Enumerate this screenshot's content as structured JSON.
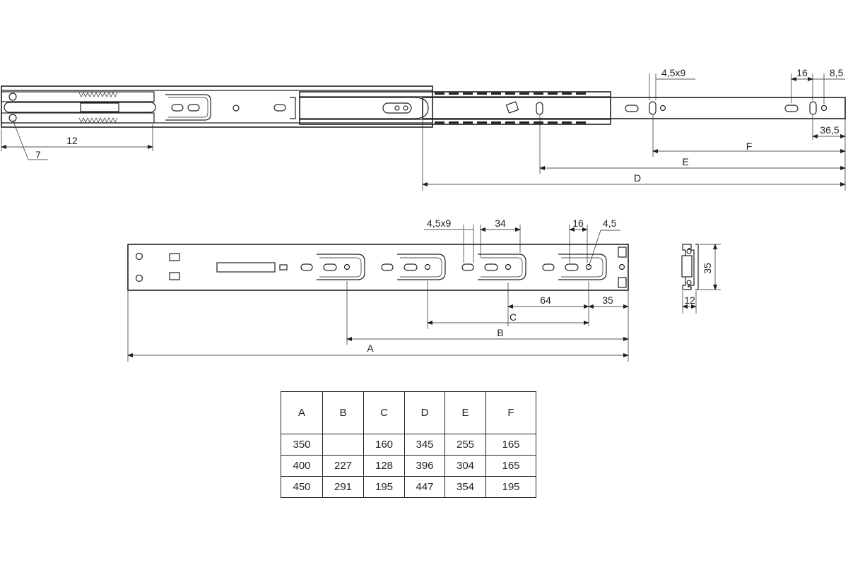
{
  "top_view": {
    "dims": {
      "d7": "7",
      "d12": "12",
      "slot": "4,5x9",
      "d16": "16",
      "d8_5": "8,5",
      "d36_5": "36,5",
      "F": "F",
      "E": "E",
      "D": "D"
    }
  },
  "side_view": {
    "dims": {
      "slot": "4,5x9",
      "d34": "34",
      "d16": "16",
      "d4_5": "4,5",
      "d64": "64",
      "d35": "35",
      "C": "C",
      "B": "B",
      "A": "A"
    }
  },
  "section_view": {
    "dims": {
      "height": "35",
      "width": "12"
    }
  },
  "table": {
    "headers": [
      "A",
      "B",
      "C",
      "D",
      "E",
      "F"
    ],
    "rows": [
      [
        "350",
        "",
        "160",
        "345",
        "255",
        "165"
      ],
      [
        "400",
        "227",
        "128",
        "396",
        "304",
        "165"
      ],
      [
        "450",
        "291",
        "195",
        "447",
        "354",
        "195"
      ]
    ]
  }
}
